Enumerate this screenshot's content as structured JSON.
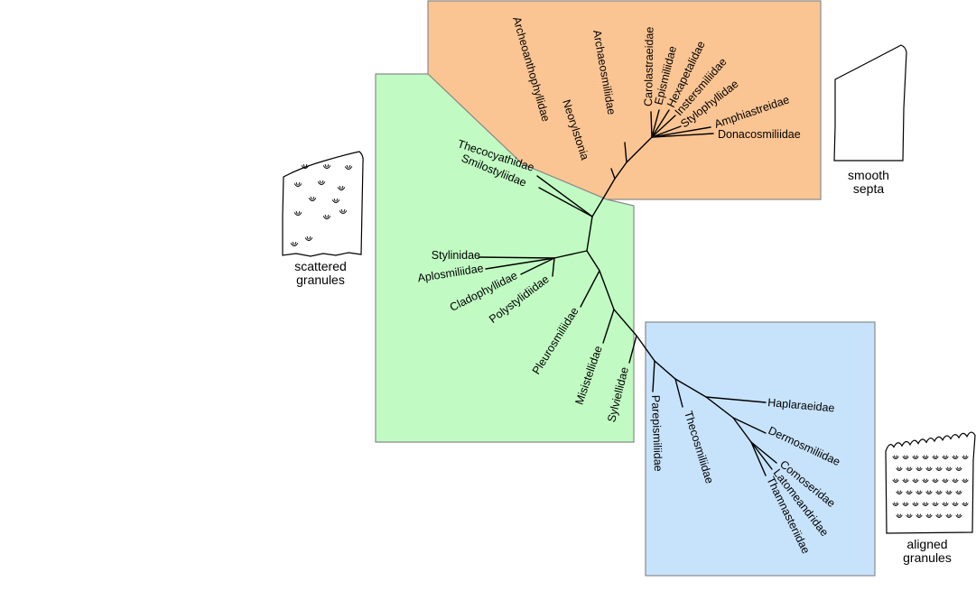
{
  "clades": {
    "orange": {
      "color": "#fbc593",
      "border": "#8a8a8a"
    },
    "green": {
      "color": "#c1fbc3",
      "border": "#8a8a8a"
    },
    "blue": {
      "color": "#c7e3fb",
      "border": "#8a8a8a"
    }
  },
  "taxa": [
    "Archeoanthophyllidae",
    "Archaeosmiliidae",
    "Neorylstonia",
    "Carolastraeidae",
    "Epismiliidae",
    "Hexapetalidae",
    "Instersmiliidae",
    "Stylophyllidae",
    "Amphiastreidae",
    "Donacosmiliidae",
    "Thecocyathidae",
    "Smilostyliidae",
    "Stylinidae",
    "Aplosmiliidae",
    "Cladophyllidae",
    "Polystylidiidae",
    "Pleurosmiliidae",
    "Misistellidae",
    "Sylviellidae",
    "Parepismiliidae",
    "Thecosmiliidae",
    "Haplaraeidae",
    "Dermosmiliidae",
    "Comoseridae",
    "Latomeandridae",
    "Thamnasteriidae"
  ],
  "figures": {
    "smooth": {
      "line1": "smooth",
      "line2": "septa"
    },
    "scattered": {
      "line1": "scattered",
      "line2": "granules"
    },
    "aligned": {
      "line1": "aligned",
      "line2": "granules"
    }
  }
}
